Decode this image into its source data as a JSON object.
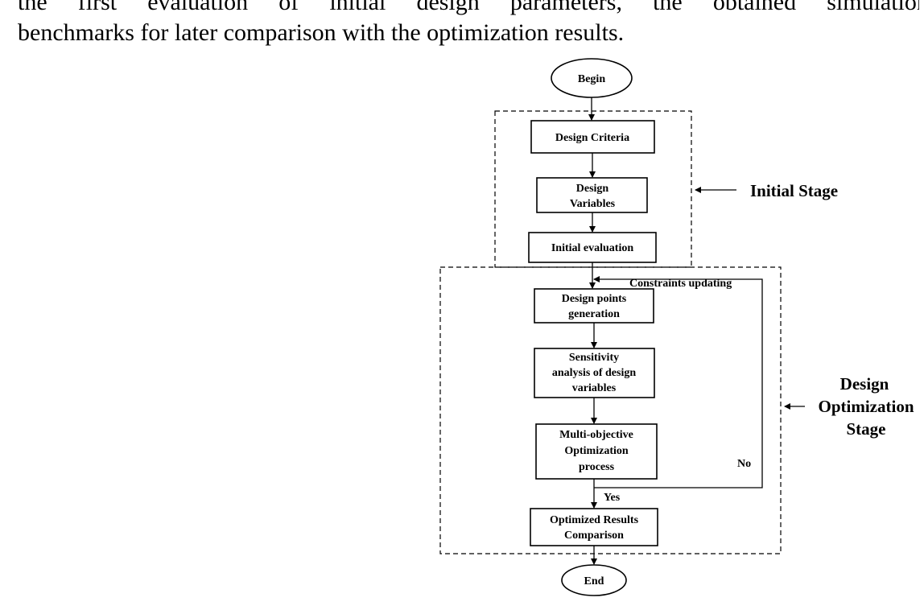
{
  "text": {
    "line1": "the first evaluation of initial design parameters, the obtained simulation r",
    "line2": "benchmarks for later comparison with the optimization results."
  },
  "flowchart": {
    "begin": "Begin",
    "end": "End",
    "design_criteria": "Design Criteria",
    "design_variables": [
      "Design",
      "Variables"
    ],
    "initial_evaluation": "Initial evaluation",
    "design_points": [
      "Design points",
      "generation"
    ],
    "sensitivity": [
      "Sensitivity",
      "analysis of design",
      "variables"
    ],
    "multi_objective": [
      "Multi-objective",
      "Optimization",
      "process"
    ],
    "optimized_results": [
      "Optimized Results",
      "Comparison"
    ],
    "constraints_updating": "Constraints updating",
    "no_label": "No",
    "yes_label": "Yes"
  },
  "stages": {
    "initial": "Initial Stage",
    "optimization": [
      "Design",
      "Optimization",
      "Stage"
    ]
  }
}
